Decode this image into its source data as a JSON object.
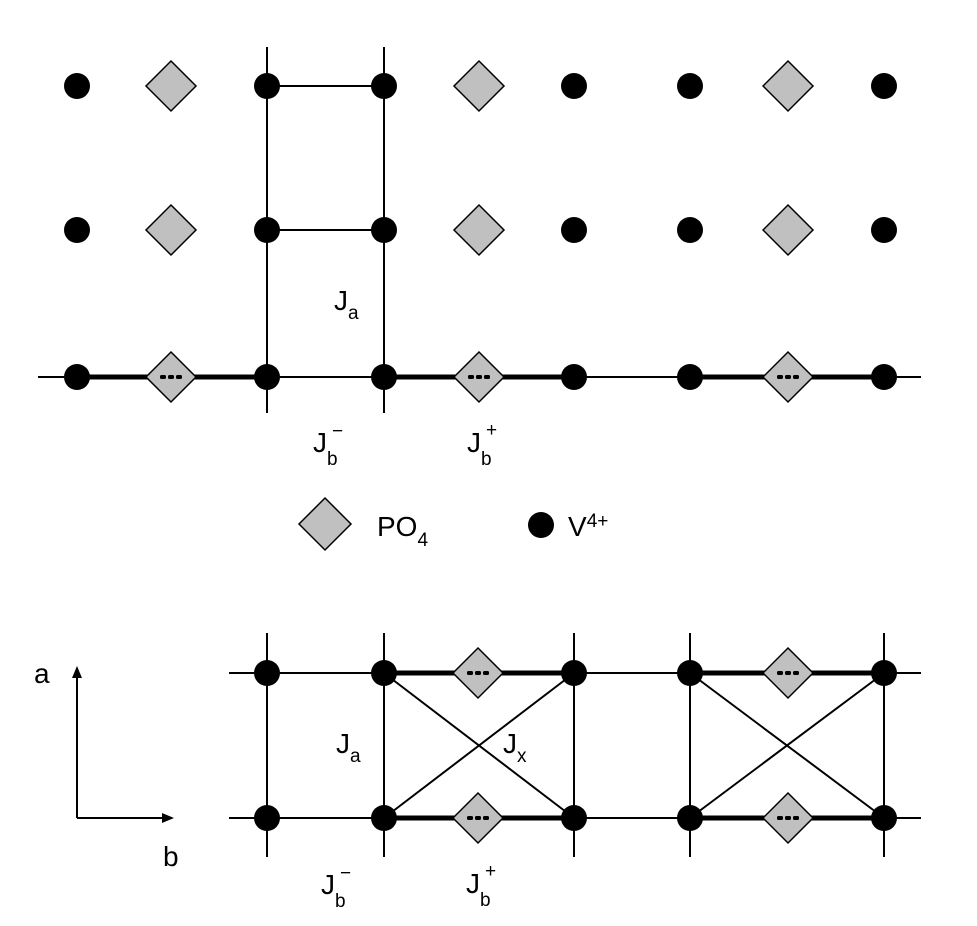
{
  "colors": {
    "line": "#000000",
    "vanadium": "#000000",
    "phosphate_fill": "#c0c0c0",
    "background": "#ffffff"
  },
  "icons": {
    "phosphate": "gray-diamond",
    "vanadium": "black-circle"
  },
  "top_panel": {
    "ja_label": {
      "main": "J",
      "sub": "a"
    },
    "jb_minus_label": {
      "main": "J",
      "sub": "b",
      "sup": "−"
    },
    "jb_plus_label": {
      "main": "J",
      "sub": "b",
      "sup": "+"
    }
  },
  "legend": {
    "po4": {
      "main": "PO",
      "sub": "4"
    },
    "v4": {
      "main": "V",
      "sup": "4+"
    }
  },
  "bottom_panel": {
    "ja_label": {
      "main": "J",
      "sub": "a"
    },
    "jx_label": {
      "main": "J",
      "sub": "x"
    },
    "jb_minus_label": {
      "main": "J",
      "sub": "b",
      "sup": "−"
    },
    "jb_plus_label": {
      "main": "J",
      "sub": "b",
      "sup": "+"
    }
  },
  "axes": {
    "a_label": "a",
    "b_label": "b"
  }
}
